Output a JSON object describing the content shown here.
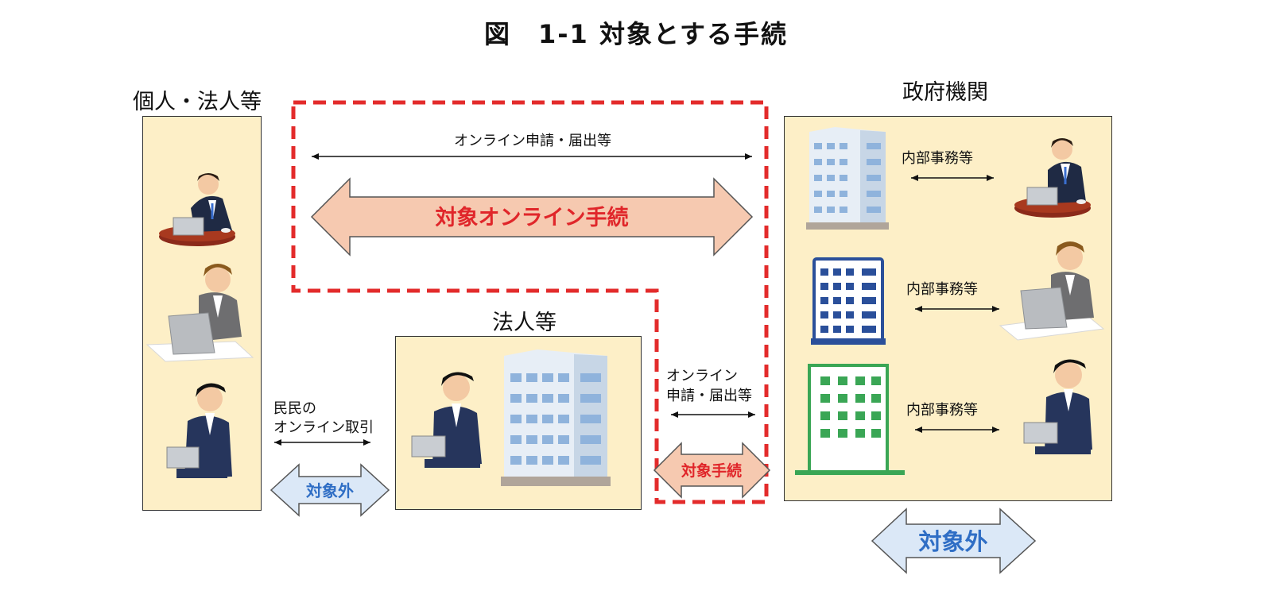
{
  "title": "図　1-1 対象とする手続",
  "groups": {
    "individuals": "個人・法人等",
    "government": "政府機関",
    "corporations": "法人等"
  },
  "labels": {
    "online_application": "オンライン申請・届出等",
    "target_online_procedure": "対象オンライン手続",
    "private_online_line1": "民民の",
    "private_online_line2": "オンライン取引",
    "online_line1": "オンライン",
    "online_line2": "申請・届出等",
    "target_procedure": "対象手続",
    "not_target_left": "対象外",
    "not_target_right": "対象外",
    "internal_1": "内部事務等",
    "internal_2": "内部事務等",
    "internal_3": "内部事務等"
  },
  "colors": {
    "panel_fill": "#fdefc7",
    "dashed_border": "#e32b2b",
    "target_arrow_fill": "#f6c9b0",
    "not_target_arrow_fill": "#dbe8f7",
    "target_text": "#e0262a",
    "not_target_text": "#2f6ec5"
  },
  "icons": [
    "person-at-desk-laptop-icon",
    "person-with-laptop-icon",
    "office-building-icon",
    "navy-building-icon",
    "green-building-icon"
  ]
}
